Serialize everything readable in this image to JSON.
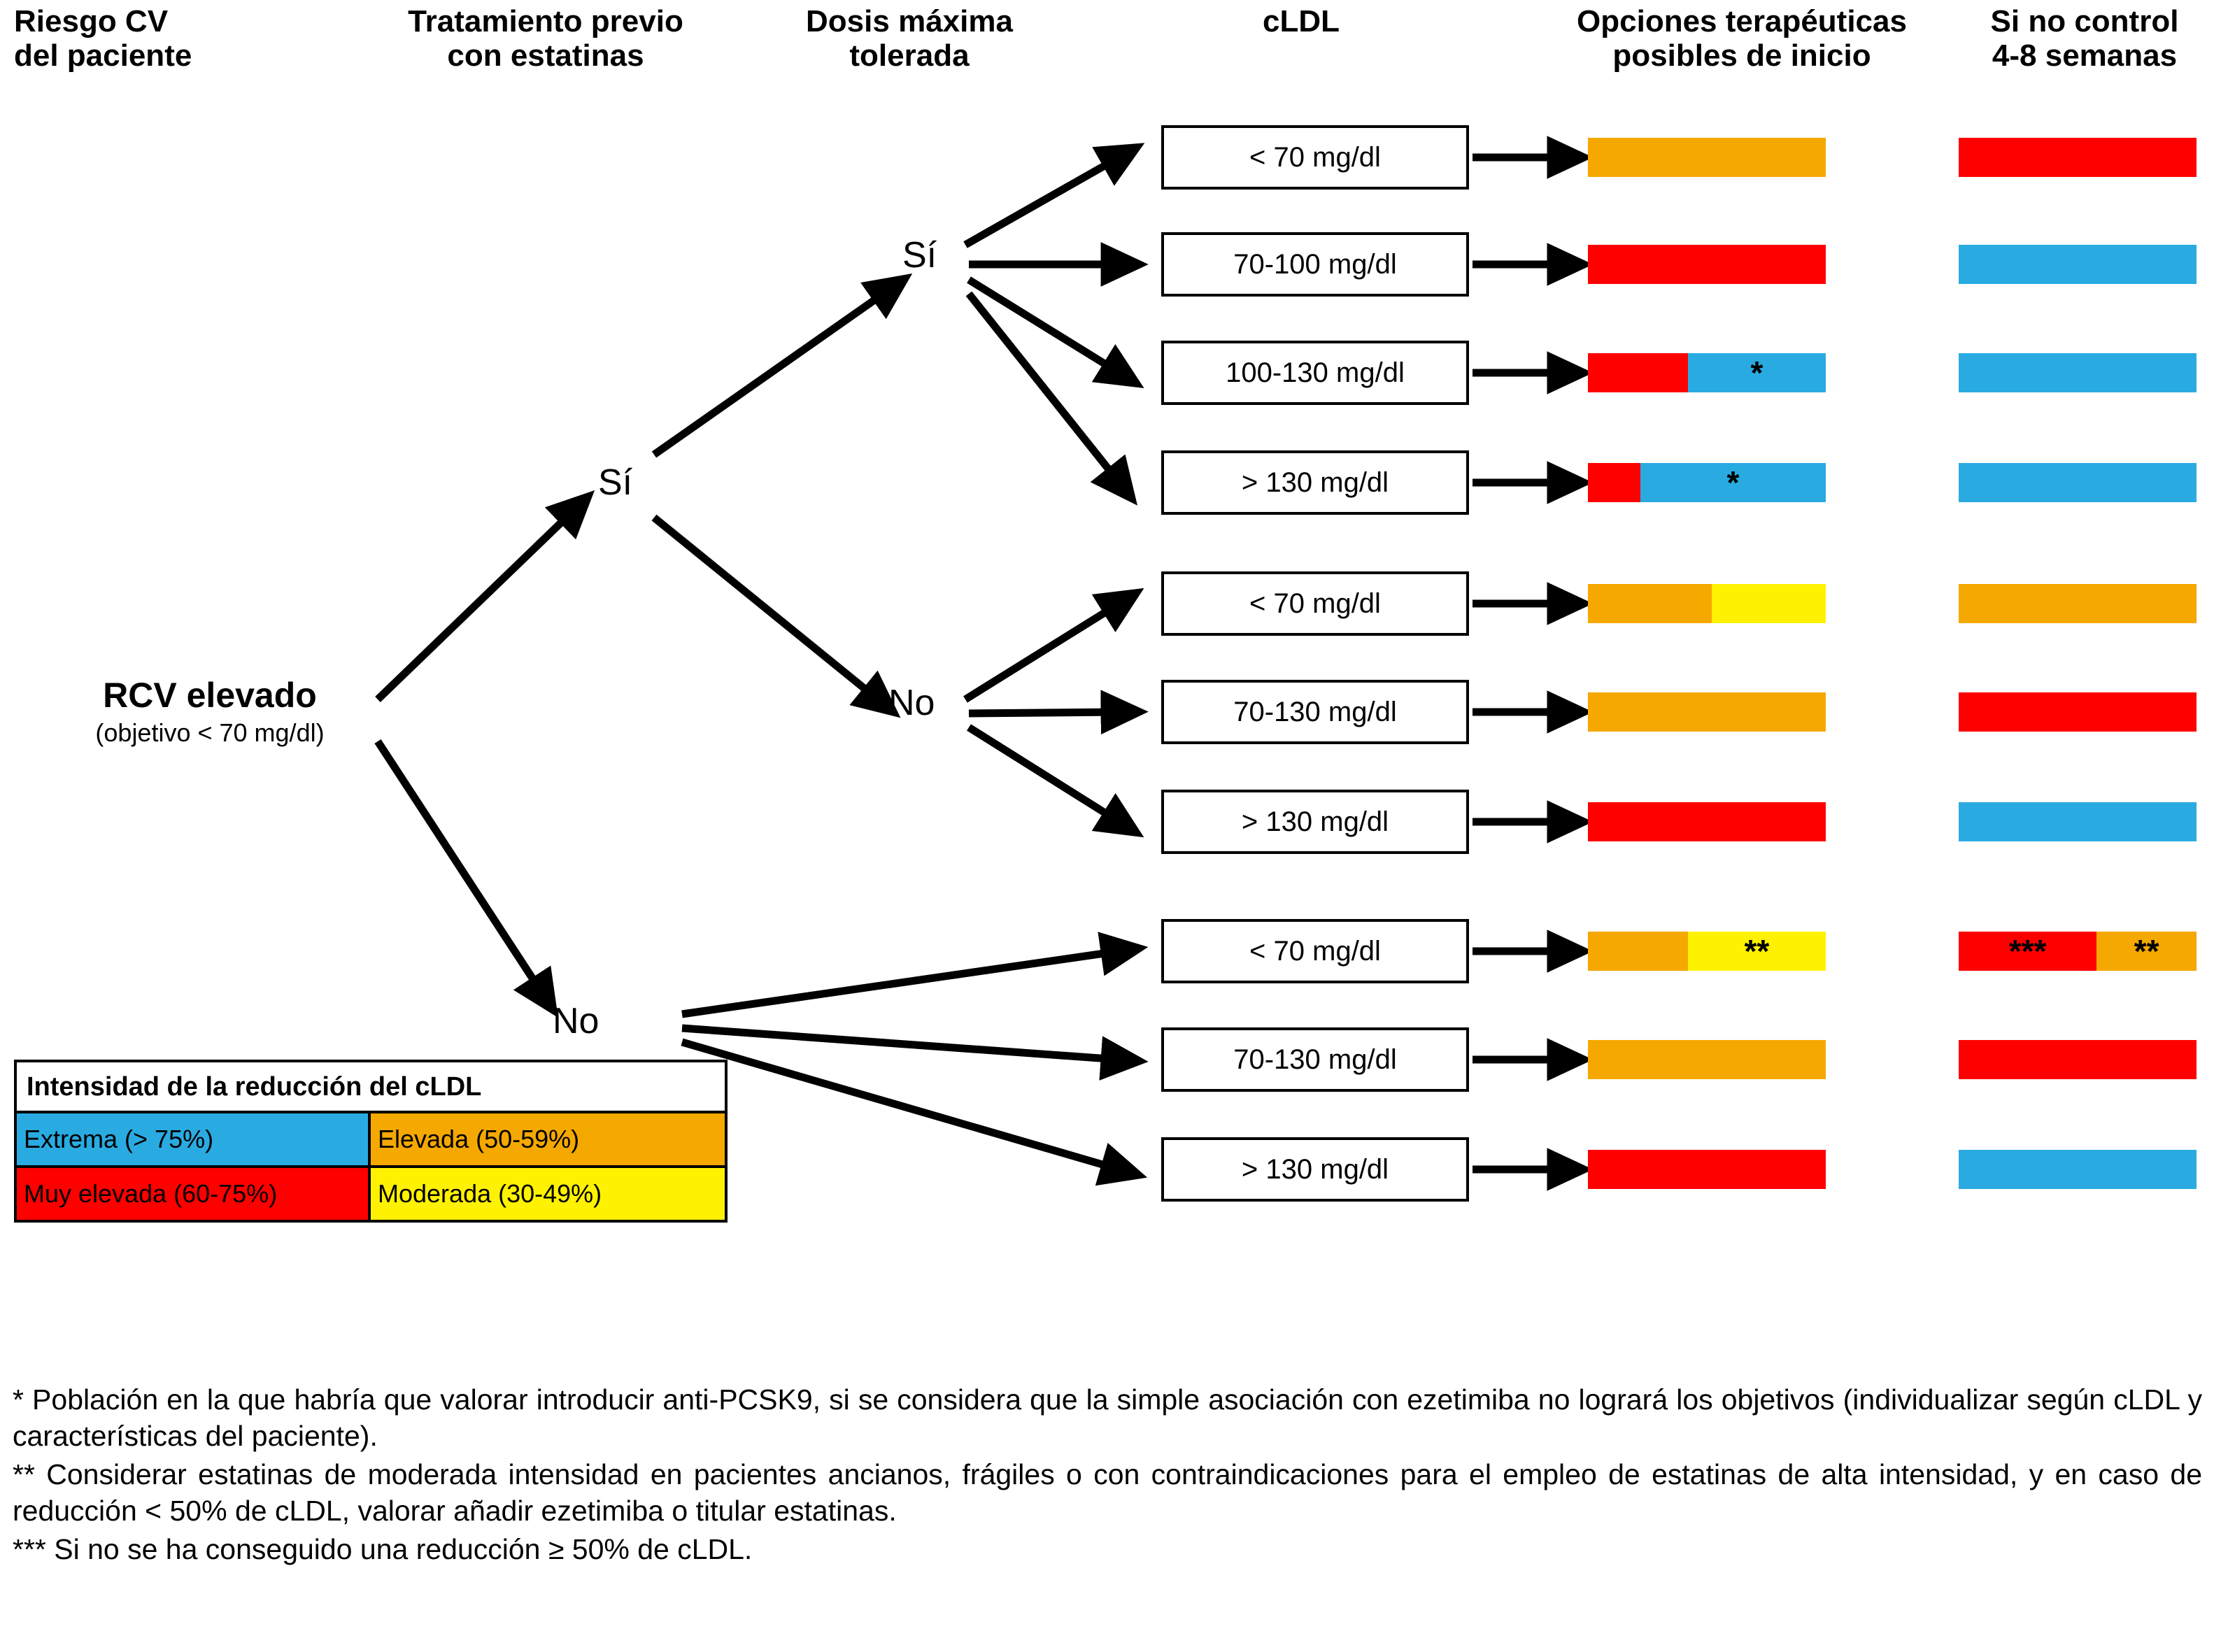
{
  "headers": {
    "risk": "Riesgo CV\ndel paciente",
    "risk_line1": "Riesgo CV",
    "risk_line2": "del paciente",
    "prev_line1": "Tratamiento previo",
    "prev_line2": "con estatinas",
    "dose_line1": "Dosis máxima",
    "dose_line2": "tolerada",
    "cldl": "cLDL",
    "options_line1": "Opciones terapéuticas",
    "options_line2": "posibles de inicio",
    "control_line1": "Si no control",
    "control_line2": "4-8 semanas"
  },
  "root": {
    "label": "RCV elevado",
    "sublabel": "(objetivo < 70 mg/dl)"
  },
  "branches": {
    "prev_yes": "Sí",
    "prev_no": "No",
    "dose_yes": "Sí",
    "dose_no": "No"
  },
  "colors": {
    "extreme": "#29ABE2",
    "very_high": "#FF0000",
    "high": "#F5A800",
    "moderate": "#FFF200",
    "border": "#000000"
  },
  "rows": [
    {
      "cldl": "< 70 mg/dl",
      "options": [
        {
          "color": "#F5A800",
          "width": 100,
          "mark": ""
        }
      ],
      "control": [
        {
          "color": "#FF0000",
          "width": 100,
          "mark": ""
        }
      ]
    },
    {
      "cldl": "70-100 mg/dl",
      "options": [
        {
          "color": "#FF0000",
          "width": 100,
          "mark": ""
        }
      ],
      "control": [
        {
          "color": "#29ABE2",
          "width": 100,
          "mark": ""
        }
      ]
    },
    {
      "cldl": "100-130 mg/dl",
      "options": [
        {
          "color": "#FF0000",
          "width": 42,
          "mark": ""
        },
        {
          "color": "#29ABE2",
          "width": 58,
          "mark": "*"
        }
      ],
      "control": [
        {
          "color": "#29ABE2",
          "width": 100,
          "mark": ""
        }
      ]
    },
    {
      "cldl": "> 130 mg/dl",
      "options": [
        {
          "color": "#FF0000",
          "width": 22,
          "mark": ""
        },
        {
          "color": "#29ABE2",
          "width": 78,
          "mark": "*"
        }
      ],
      "control": [
        {
          "color": "#29ABE2",
          "width": 100,
          "mark": ""
        }
      ]
    },
    {
      "cldl": "< 70 mg/dl",
      "options": [
        {
          "color": "#F5A800",
          "width": 52,
          "mark": ""
        },
        {
          "color": "#FFF200",
          "width": 48,
          "mark": ""
        }
      ],
      "control": [
        {
          "color": "#F5A800",
          "width": 100,
          "mark": ""
        }
      ]
    },
    {
      "cldl": "70-130 mg/dl",
      "options": [
        {
          "color": "#F5A800",
          "width": 100,
          "mark": ""
        }
      ],
      "control": [
        {
          "color": "#FF0000",
          "width": 100,
          "mark": ""
        }
      ]
    },
    {
      "cldl": "> 130 mg/dl",
      "options": [
        {
          "color": "#FF0000",
          "width": 100,
          "mark": ""
        }
      ],
      "control": [
        {
          "color": "#29ABE2",
          "width": 100,
          "mark": ""
        }
      ]
    },
    {
      "cldl": "< 70 mg/dl",
      "options": [
        {
          "color": "#F5A800",
          "width": 42,
          "mark": ""
        },
        {
          "color": "#FFF200",
          "width": 58,
          "mark": "**"
        }
      ],
      "control": [
        {
          "color": "#FF0000",
          "width": 58,
          "mark": "***"
        },
        {
          "color": "#F5A800",
          "width": 42,
          "mark": "**"
        }
      ]
    },
    {
      "cldl": "70-130 mg/dl",
      "options": [
        {
          "color": "#F5A800",
          "width": 100,
          "mark": ""
        }
      ],
      "control": [
        {
          "color": "#FF0000",
          "width": 100,
          "mark": ""
        }
      ]
    },
    {
      "cldl": "> 130 mg/dl",
      "options": [
        {
          "color": "#FF0000",
          "width": 100,
          "mark": ""
        }
      ],
      "control": [
        {
          "color": "#29ABE2",
          "width": 100,
          "mark": ""
        }
      ]
    }
  ],
  "legend": {
    "title": "Intensidad de la reducción del cLDL",
    "cells": [
      {
        "label": "Extrema (> 75%)",
        "color": "#29ABE2"
      },
      {
        "label": "Elevada (50-59%)",
        "color": "#F5A800"
      },
      {
        "label": "Muy elevada (60-75%)",
        "color": "#FF0000"
      },
      {
        "label": "Moderada (30-49%)",
        "color": "#FFF200"
      }
    ]
  },
  "footnotes": [
    "* Población en la que habría que valorar introducir anti-PCSK9, si se considera que la simple asociación con ezetimiba no logrará los objetivos (individualizar según cLDL y características del paciente).",
    "** Considerar estatinas de moderada intensidad en pacientes ancianos, frágiles o con contraindicaciones para el empleo de estatinas de alta intensidad, y en caso de reducción < 50% de cLDL, valorar añadir ezetimiba o titular estatinas.",
    "*** Si no se ha conseguido una reducción ≥ 50% de cLDL."
  ]
}
